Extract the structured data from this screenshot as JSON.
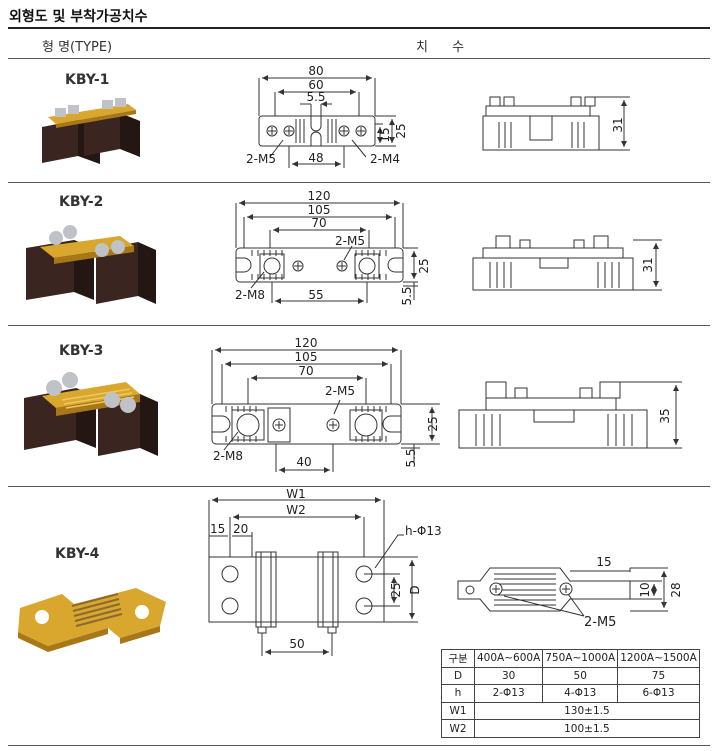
{
  "title": "외형도 및 부착가공치수",
  "header": {
    "type_col": "형 명(TYPE)",
    "dim_col": "치 수"
  },
  "kby1": {
    "name": "KBY-1",
    "dims": [
      "80",
      "60",
      "5.5",
      "25",
      "15",
      "48",
      "31"
    ],
    "screws": [
      "2-M5",
      "2-M4"
    ]
  },
  "kby2": {
    "name": "KBY-2",
    "dims": [
      "120",
      "105",
      "70",
      "25",
      "55",
      "5.5",
      "31"
    ],
    "screws": [
      "2-M5",
      "2-M8"
    ]
  },
  "kby3": {
    "name": "KBY-3",
    "dims": [
      "120",
      "105",
      "70",
      "25",
      "40",
      "5.5",
      "35"
    ],
    "screws": [
      "2-M5",
      "2-M8"
    ]
  },
  "kby4": {
    "name": "KBY-4",
    "dims": [
      "W1",
      "W2",
      "15",
      "20",
      "25",
      "D",
      "50",
      "15",
      "10",
      "28"
    ],
    "hole_label": "h-Φ13",
    "screw": "2-M5"
  },
  "spec_table": {
    "header": [
      "구분",
      "400A~600A",
      "750A~1000A",
      "1200A~1500A"
    ],
    "rows": [
      [
        "D",
        "30",
        "50",
        "75"
      ],
      [
        "h",
        "2-Φ13",
        "4-Φ13",
        "6-Φ13"
      ]
    ],
    "w_rows": [
      [
        "W1",
        "130±1.5"
      ],
      [
        "W2",
        "100±1.5"
      ]
    ]
  },
  "colors": {
    "body": "#3a2520",
    "brass": "#d9a62e",
    "brass_dark": "#a87818",
    "steel": "#bfc3c7"
  }
}
